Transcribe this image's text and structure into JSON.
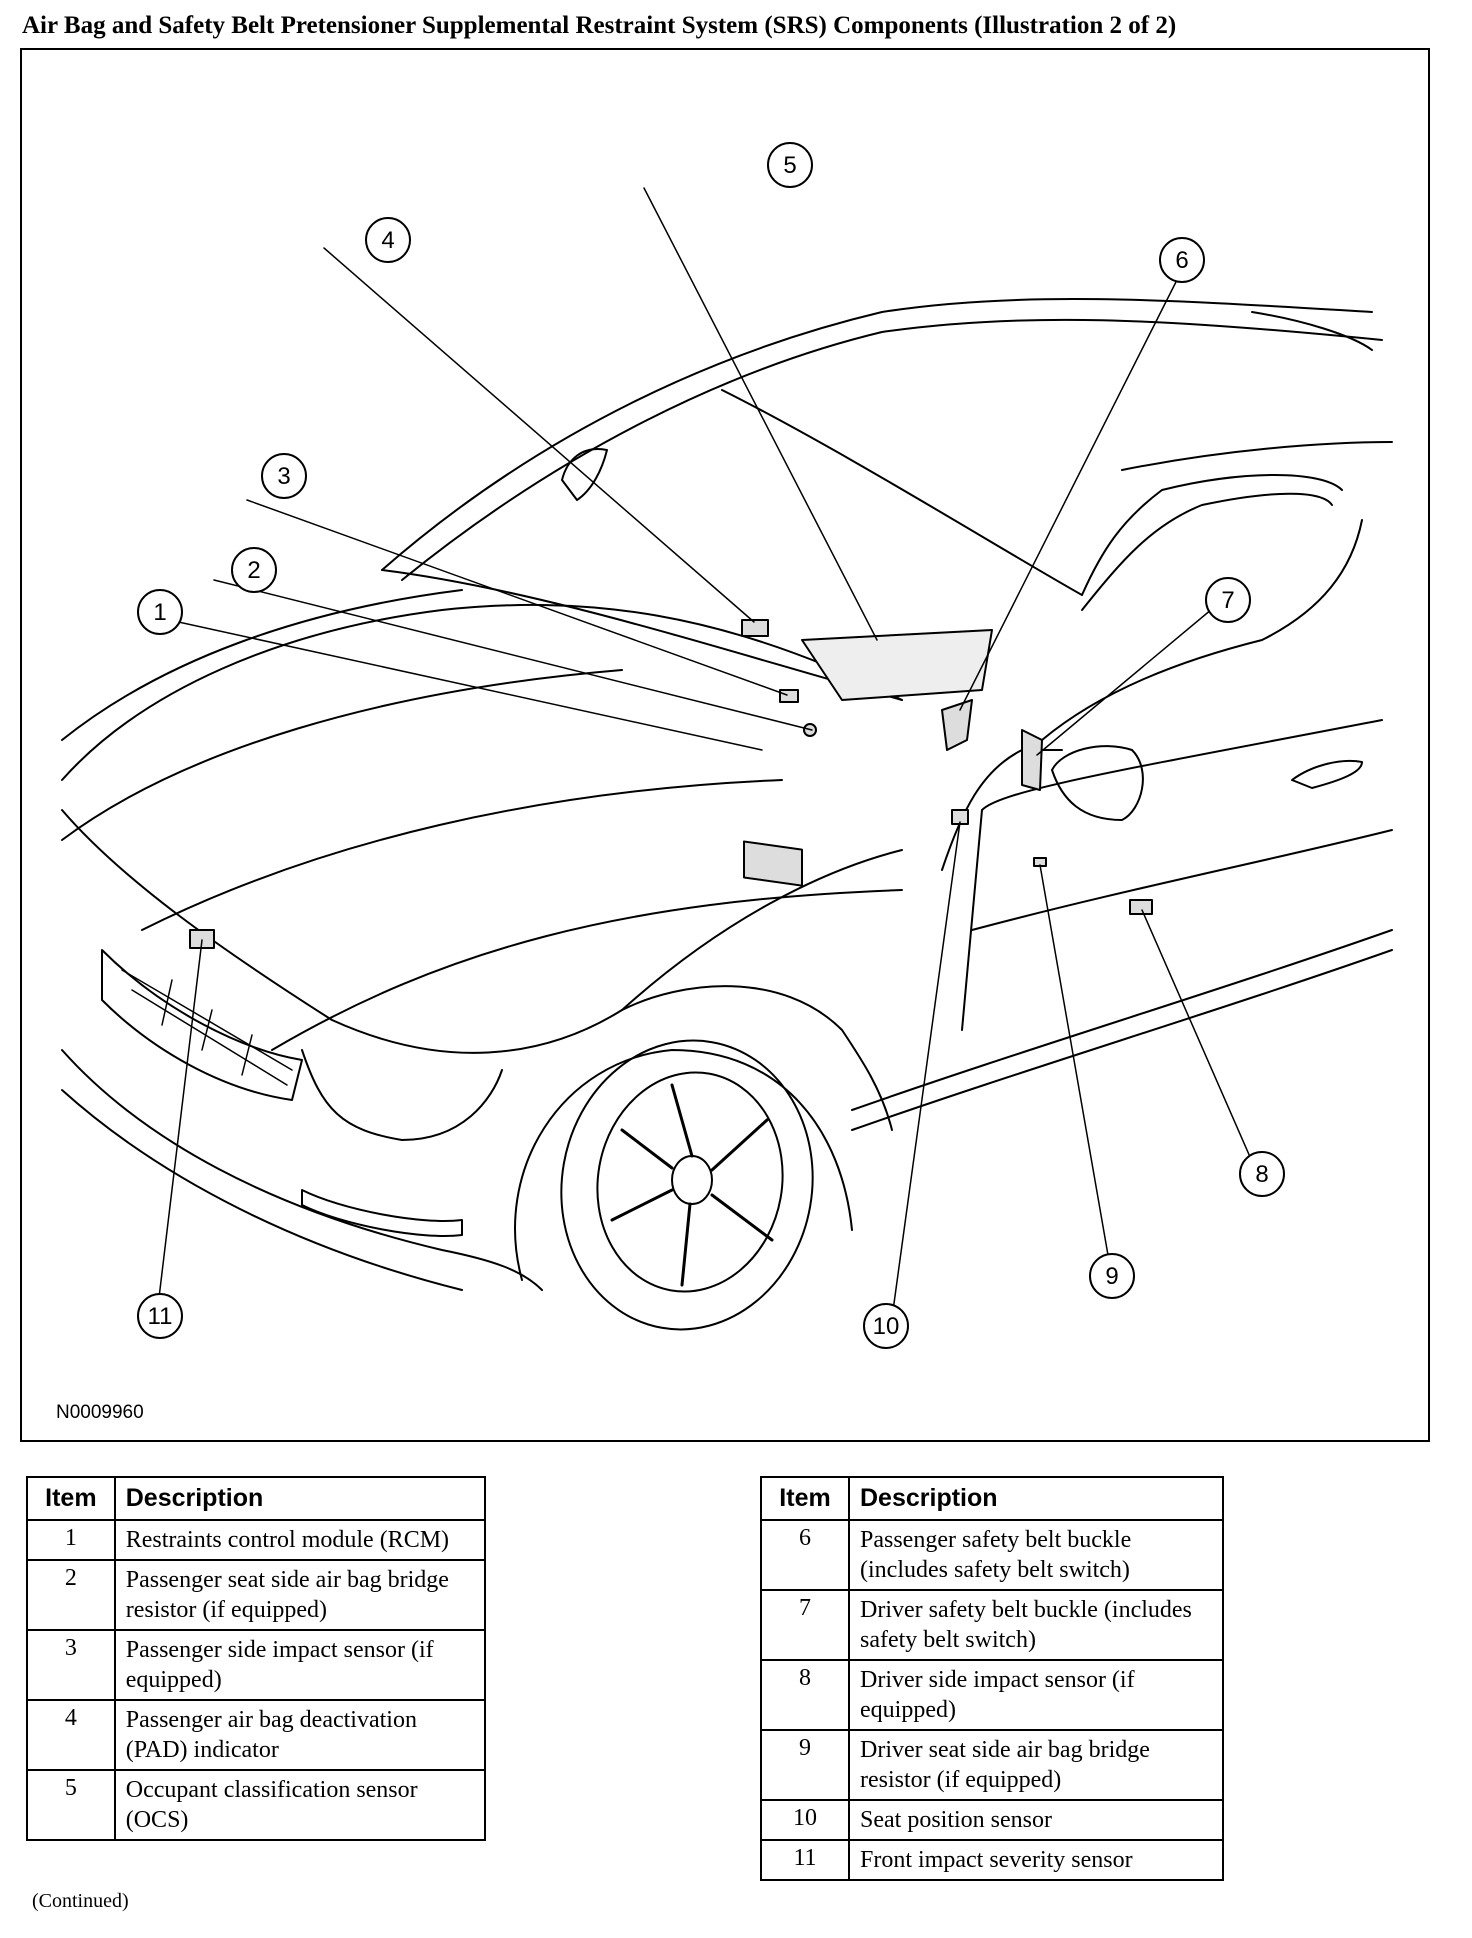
{
  "title": "Air Bag and Safety Belt Pretensioner Supplemental Restraint System (SRS) Components (Illustration 2 of 2)",
  "figure": {
    "id": "N0009960",
    "callouts": [
      "1",
      "2",
      "3",
      "4",
      "5",
      "6",
      "7",
      "8",
      "9",
      "10",
      "11"
    ]
  },
  "legend": {
    "headers": {
      "item": "Item",
      "description": "Description"
    },
    "left": [
      {
        "item": "1",
        "description": "Restraints control module (RCM)"
      },
      {
        "item": "2",
        "description": "Passenger seat side air bag bridge resistor (if equipped)"
      },
      {
        "item": "3",
        "description": "Passenger side impact sensor (if equipped)"
      },
      {
        "item": "4",
        "description": "Passenger air bag deactivation (PAD) indicator"
      },
      {
        "item": "5",
        "description": "Occupant classification sensor (OCS)"
      }
    ],
    "right": [
      {
        "item": "6",
        "description": "Passenger safety belt buckle (includes safety belt switch)"
      },
      {
        "item": "7",
        "description": "Driver safety belt buckle (includes safety belt switch)"
      },
      {
        "item": "8",
        "description": "Driver side impact sensor (if equipped)"
      },
      {
        "item": "9",
        "description": "Driver seat side air bag bridge resistor (if equipped)"
      },
      {
        "item": "10",
        "description": "Seat position sensor"
      },
      {
        "item": "11",
        "description": "Front impact severity sensor"
      }
    ]
  },
  "footnote": "(Continued)"
}
